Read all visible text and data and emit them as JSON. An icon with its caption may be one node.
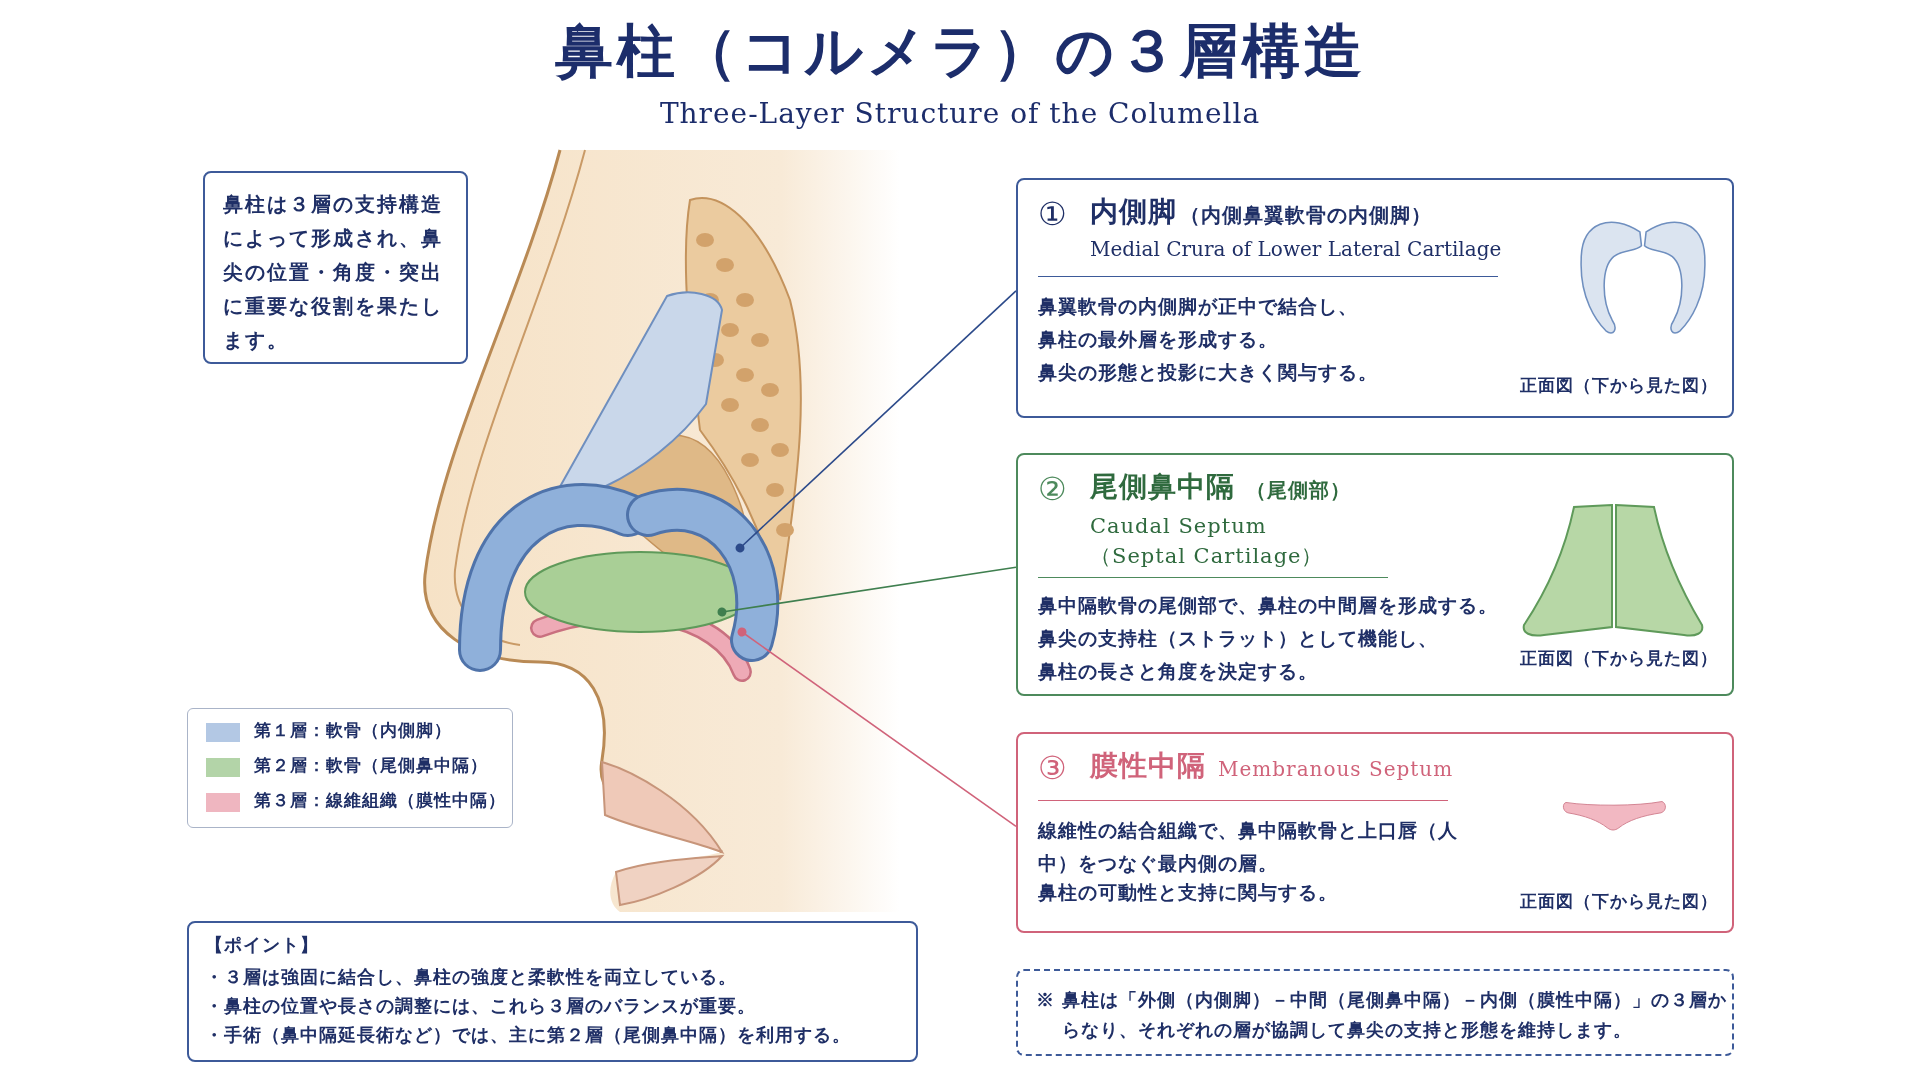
{
  "diagram": {
    "title": "鼻柱（コルメラ）の３層構造",
    "nodes": [
      {
        "text": [
          "鼻柱は３層の支持構造によって形成され、鼻尖の位置・角度・突出に重要な役割を果たします。"
        ]
      },
      {
        "text": [
          "①",
          "内側脚",
          "（内側鼻翼軟骨の内側脚）",
          "Medial Crura of Lower Lateral Cartilage",
          "鼻翼軟骨の内側脚が正中で結合し、",
          "鼻柱の最外層を形成する。",
          "鼻尖の形態と投影に大きく関与する。",
          "正面図（下から見た図）"
        ]
      },
      {
        "text": [
          "②",
          "尾側鼻中隔",
          "（尾側部）",
          "Caudal Septum （Septal Cartilage）",
          "鼻中隔軟骨の尾側部で、鼻柱の中間層を形成する。",
          "鼻尖の支持柱（ストラット）として機能し、",
          "鼻柱の長さと角度を決定する。",
          "正面図（下から見た図）"
        ]
      },
      {
        "text": [
          "③",
          "膜性中隔",
          "Membranous Septum",
          "線維性の結合組織で、鼻中隔軟骨と上口唇（人中）をつなぐ最内側の層。",
          "鼻柱の可動性と支持に関与する。",
          "正面図（下から見た図）"
        ]
      },
      {
        "text": [
          "【ポイント】",
          "・３層は強固に結合し、鼻柱の強度と柔軟性を両立している。",
          "・鼻柱の位置や長さの調整には、これら３層のバランスが重要。",
          "・手術（鼻中隔延長術など）では、主に第２層（尾側鼻中隔）を利用する。"
        ]
      },
      {
        "text": [
          "※ 鼻柱は「外側（内側脚）－中間（尾側鼻中隔）－内側（膜性中隔）」の３層からなり、それぞれの層が協調して鼻尖の支持と形態を維持します。"
        ]
      }
    ],
    "edges": [
      {
        "from": 1,
        "to": null,
        "arrow": "other",
        "color": "#2c4a8a"
      },
      {
        "from": 2,
        "to": null,
        "arrow": "other",
        "color": "#3f7f4f"
      },
      {
        "from": 3,
        "to": null,
        "arrow": "other",
        "color": "#d0637a"
      }
    ],
    "labels": [
      "Three-Layer Structure of the Columella"
    ],
    "legend": [
      {
        "text": "第１層：軟骨（内側脚）",
        "color": "#b3c8e4"
      },
      {
        "text": "第２層：軟骨（尾側鼻中隔）",
        "color": "#b3d4a8"
      },
      {
        "text": "第３層：線維組織（膜性中隔）",
        "color": "#efb6c0"
      }
    ]
  }
}
